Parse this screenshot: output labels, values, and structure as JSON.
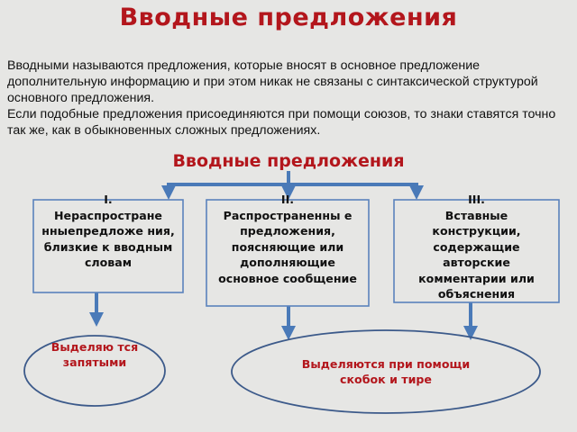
{
  "title": "Вводные предложения",
  "intro": {
    "paragraph1": "Вводными называются предложения, которые вносят в основное предложение дополнительную информацию и при этом никак не связаны с синтаксической структурой основного предложения.",
    "paragraph2": "Если подобные предложения присоединяются при помощи союзов, то знаки ставятся точно так же, как в обыкновенных сложных предложениях."
  },
  "diagram": {
    "title": "Вводные предложения",
    "boxes": [
      {
        "number": "I.",
        "text": "Нераспростране нныепредложе ния, близкие к вводным словам"
      },
      {
        "number": "II.",
        "text": "Распространенны е предложения, поясняющие или дополняющие основное сообщение"
      },
      {
        "number": "III.",
        "text": "Вставные конструкции, содержащие авторские комментарии или объяснения"
      }
    ],
    "results": [
      {
        "text": "Выделяю тся запятыми"
      },
      {
        "text": "Выделяются при помощи скобок и тире"
      }
    ],
    "colors": {
      "accent": "#b3161c",
      "connector": "#4a7ab8",
      "box_border": "#5b83bd"
    }
  }
}
